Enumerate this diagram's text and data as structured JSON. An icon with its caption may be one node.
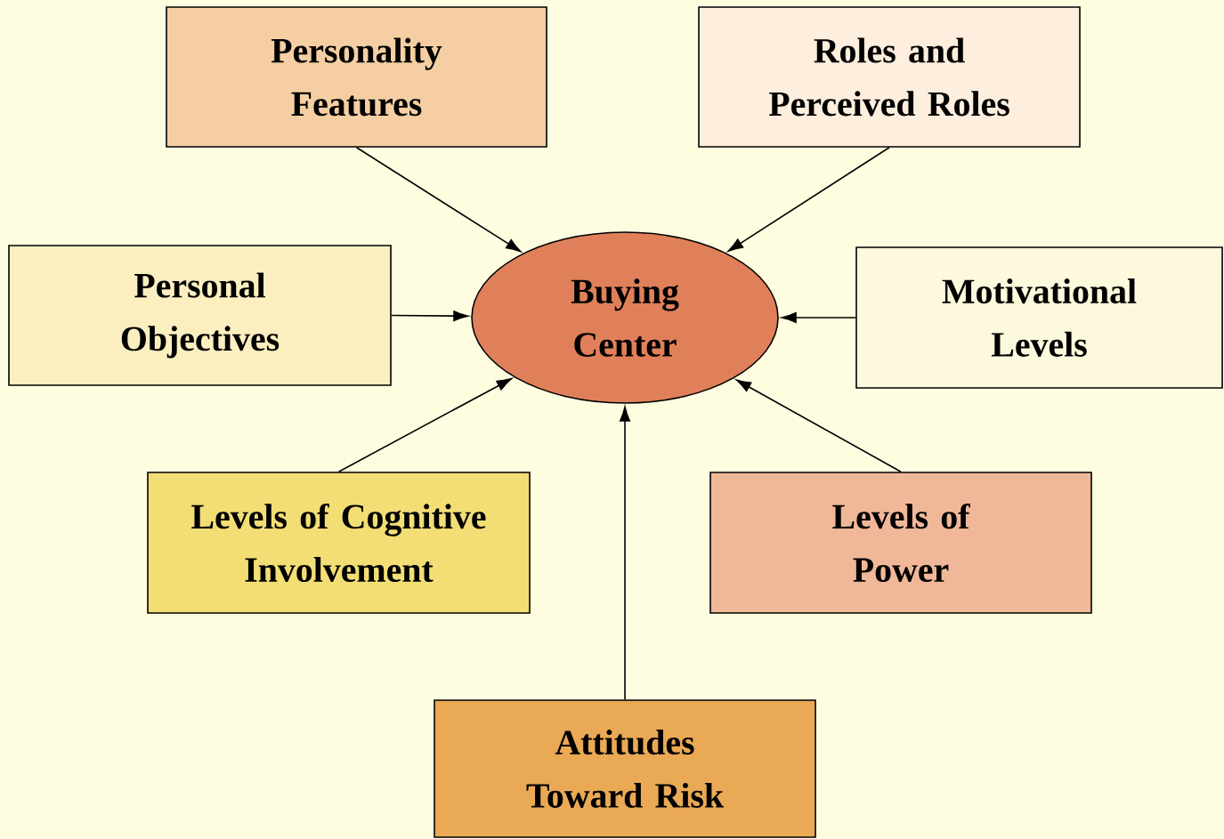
{
  "diagram": {
    "nodes": [
      {
        "text": [
          "Personality Features"
        ]
      },
      {
        "text": [
          "Roles and Perceived Roles"
        ]
      },
      {
        "text": [
          "Personal Objectives"
        ]
      },
      {
        "text": [
          "Buying Center"
        ]
      },
      {
        "text": [
          "Motivational Levels"
        ]
      },
      {
        "text": [
          "Levels of Cognitive Involvement"
        ]
      },
      {
        "text": [
          "Levels of Power"
        ]
      },
      {
        "text": [
          "Attitudes Toward Risk"
        ]
      }
    ],
    "edges": [
      {
        "from": 0,
        "to": 3,
        "arrow": "to"
      },
      {
        "from": 1,
        "to": 3,
        "arrow": "to"
      },
      {
        "from": 2,
        "to": 3,
        "arrow": "to"
      },
      {
        "from": 4,
        "to": 3,
        "arrow": "to"
      },
      {
        "from": 5,
        "to": 3,
        "arrow": "to"
      },
      {
        "from": 6,
        "to": 3,
        "arrow": "to"
      },
      {
        "from": 7,
        "to": 3,
        "arrow": "to"
      }
    ]
  }
}
